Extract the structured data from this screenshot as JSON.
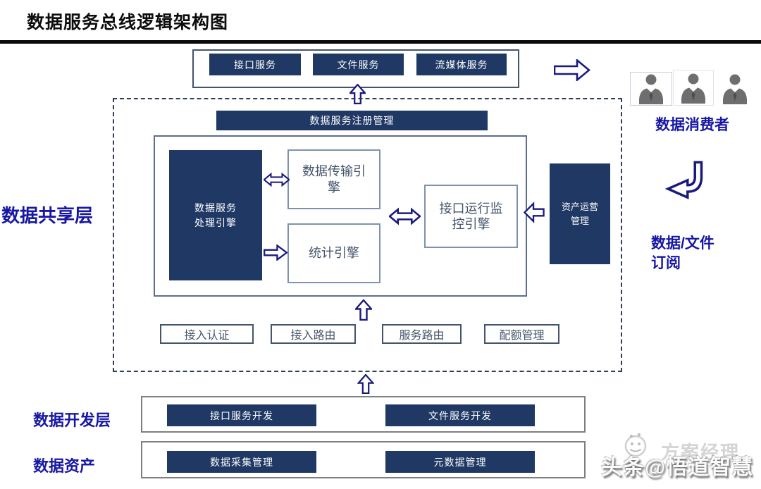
{
  "title": "数据服务总线逻辑架构图",
  "colors": {
    "dark_box_fill": "#1F3864",
    "arrow_navy": "#1A1A7E",
    "label_blue": "#1717A3",
    "box_border_slate": "#44546A",
    "engine_border": "#7E92B0",
    "person_gray": "#6E6E6E",
    "dashed_border": "#323F52"
  },
  "top_services": {
    "interface": "接口服务",
    "file": "文件服务",
    "media": "流媒体服务"
  },
  "consumers": {
    "label": "数据消费者"
  },
  "sharing_layer": {
    "label": "数据共享层",
    "registry": "数据服务注册管理",
    "processing_engine": {
      "line1": "数据服务",
      "line2": "处理引擎"
    },
    "transfer_engine": {
      "line1": "数据传输引",
      "line2": "擎"
    },
    "stats_engine": "统计引擎",
    "monitor_engine": {
      "line1": "接口运行监",
      "line2": "控引擎"
    },
    "asset_mgmt": {
      "line1": "资产运营",
      "line2": "管理"
    },
    "gateway": {
      "auth": "接入认证",
      "route_in": "接入路由",
      "route_svc": "服务路由",
      "quota": "配额管理"
    }
  },
  "subscription": {
    "line1": "数据/文件",
    "line2": "订阅"
  },
  "dev_layer": {
    "label": "数据开发层",
    "interface_dev": "接口服务开发",
    "file_dev": "文件服务开发"
  },
  "asset_layer": {
    "label": "数据资产",
    "collection": "数据采集管理",
    "metadata": "元数据管理"
  },
  "watermark": {
    "faded": "方案经理",
    "handle": "头条@悟道智慧"
  }
}
